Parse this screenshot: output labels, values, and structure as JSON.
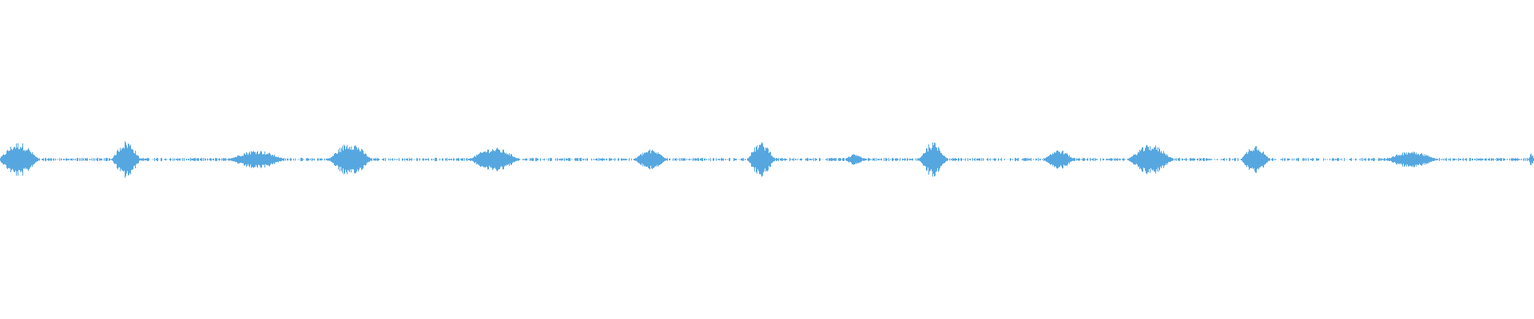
{
  "waveform": {
    "color": "#56a7e0",
    "background": "#ffffff",
    "duration_fraction_visible": 1.0,
    "bursts": [
      {
        "center": 0.012,
        "width": 0.028,
        "amplitude": 0.055
      },
      {
        "center": 0.082,
        "width": 0.02,
        "amplitude": 0.06
      },
      {
        "center": 0.167,
        "width": 0.04,
        "amplitude": 0.03
      },
      {
        "center": 0.228,
        "width": 0.03,
        "amplitude": 0.055
      },
      {
        "center": 0.322,
        "width": 0.036,
        "amplitude": 0.038
      },
      {
        "center": 0.424,
        "width": 0.024,
        "amplitude": 0.032
      },
      {
        "center": 0.496,
        "width": 0.02,
        "amplitude": 0.055
      },
      {
        "center": 0.557,
        "width": 0.014,
        "amplitude": 0.018
      },
      {
        "center": 0.608,
        "width": 0.02,
        "amplitude": 0.055
      },
      {
        "center": 0.69,
        "width": 0.022,
        "amplitude": 0.032
      },
      {
        "center": 0.75,
        "width": 0.032,
        "amplitude": 0.048
      },
      {
        "center": 0.818,
        "width": 0.02,
        "amplitude": 0.048
      },
      {
        "center": 0.92,
        "width": 0.036,
        "amplitude": 0.028
      },
      {
        "center": 0.998,
        "width": 0.004,
        "amplitude": 0.02
      }
    ],
    "noise_floor": 0.004
  }
}
